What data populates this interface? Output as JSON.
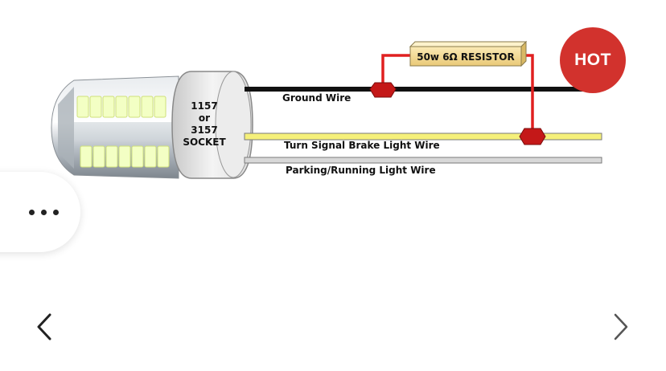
{
  "diagram": {
    "socket_label": [
      "1157",
      "or",
      "3157",
      "SOCKET"
    ],
    "resistor_label": "50w 6Ω RESISTOR",
    "wires": {
      "ground": "Ground Wire",
      "turn_signal": "Turn Signal Brake Light Wire",
      "parking": "Parking/Running Light Wire"
    },
    "colors": {
      "ground_wire": "#111111",
      "turn_signal_wire": "#f5f07a",
      "parking_wire": "#d8d8d8",
      "resistor_lead": "#e02020",
      "resistor_body": "#f6df9a",
      "connector": "#c41818"
    }
  },
  "badge": {
    "label": "HOT",
    "color": "#d2322d"
  },
  "controls": {
    "more_icon": "more-horizontal-icon",
    "prev_icon": "chevron-left-icon",
    "next_icon": "chevron-right-icon"
  }
}
